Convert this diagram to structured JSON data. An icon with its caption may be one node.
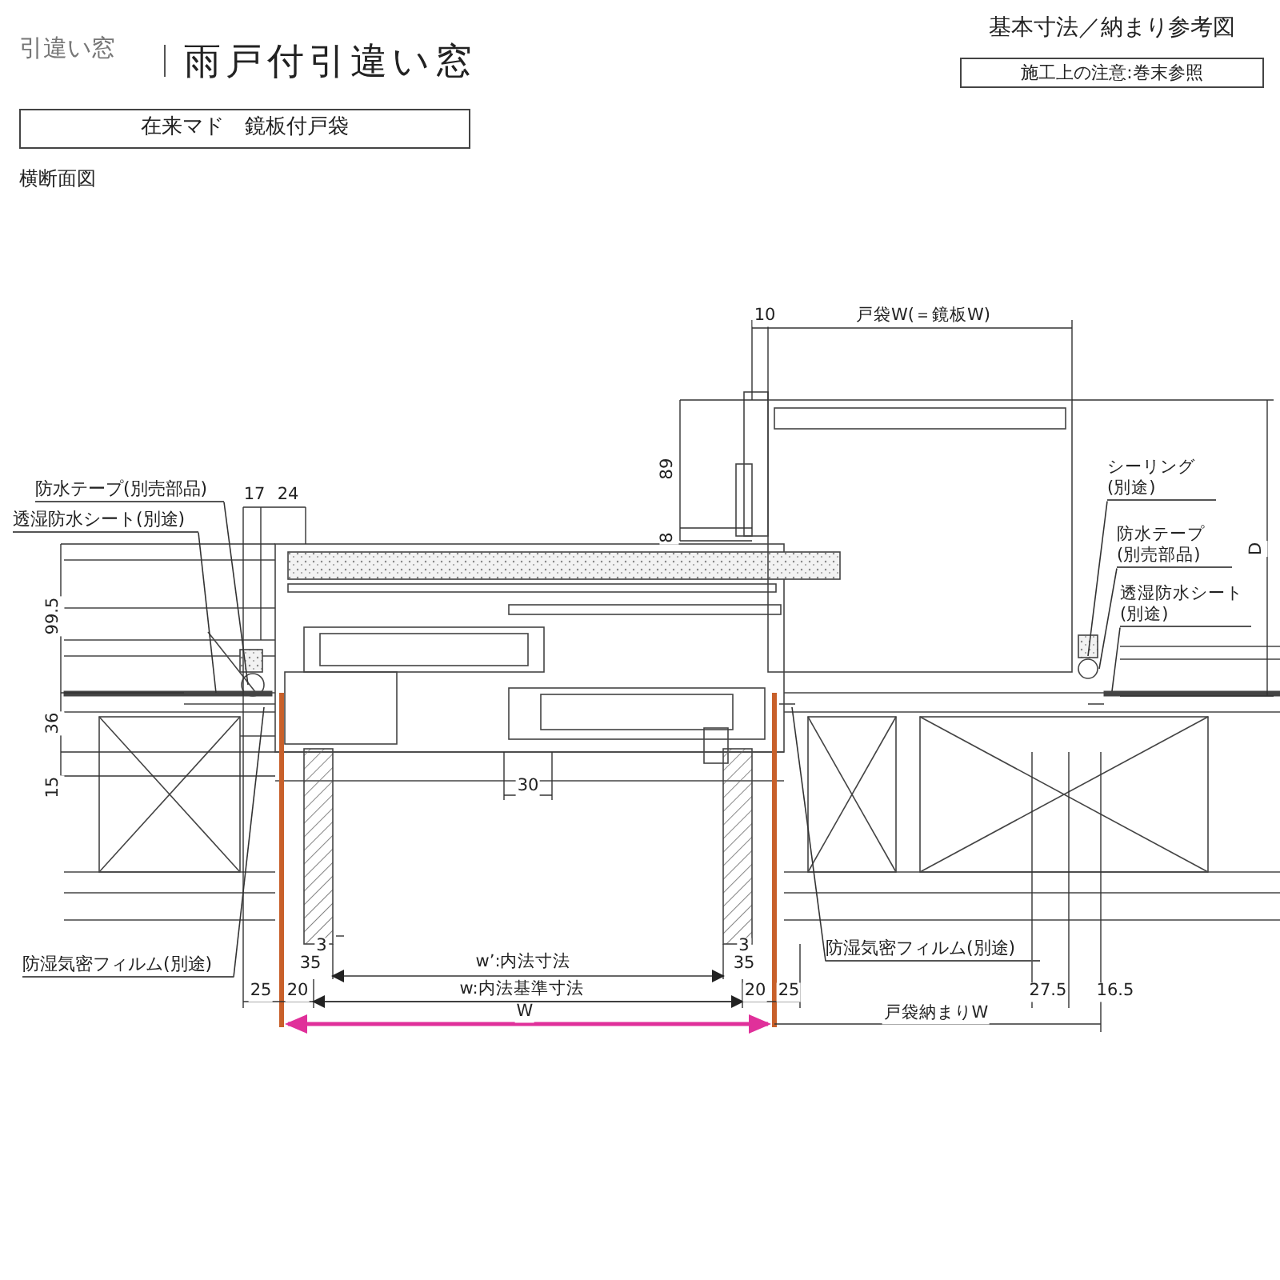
{
  "diagram": {
    "title": "雨戸付引違い窓",
    "nodes": [
      {
        "text": [
          "施工上の注意:巻末参照"
        ]
      },
      {
        "text": [
          "在来マド　鏡板付戸袋"
        ]
      },
      {
        "text": [
          "防水テープ(別売部品)"
        ]
      },
      {
        "text": [
          "透湿防水シート(別途)"
        ]
      },
      {
        "text": [
          "シーリング (別途)"
        ]
      },
      {
        "text": [
          "防水テープ (別売部品)"
        ]
      },
      {
        "text": [
          "透湿防水シート (別途)"
        ]
      },
      {
        "text": [
          "防湿気密フィルム(別途)"
        ]
      },
      {
        "text": [
          "防湿気密フィルム(別途)"
        ]
      }
    ],
    "edges": [
      {
        "from": 2,
        "to": null,
        "arrow": "none"
      },
      {
        "from": 3,
        "to": null,
        "arrow": "none"
      },
      {
        "from": 4,
        "to": null,
        "arrow": "none"
      },
      {
        "from": 5,
        "to": null,
        "arrow": "none"
      },
      {
        "from": 6,
        "to": null,
        "arrow": "none"
      },
      {
        "from": 7,
        "to": null,
        "arrow": "none"
      },
      {
        "from": 8,
        "to": null,
        "arrow": "none"
      }
    ],
    "labels": [
      "引違い窓",
      "基本寸法／納まり参考図",
      "横断面図",
      "10",
      "戸袋W(＝鏡板W)",
      "89",
      "17",
      "24",
      "D",
      "8",
      "99.5",
      "36",
      "15",
      "30",
      "3",
      "3",
      "35",
      "w’:内法寸法",
      "35",
      "25",
      "20",
      "w:内法基準寸法",
      "20",
      "25",
      "27.5",
      "16.5",
      "W",
      "戸袋納まりW"
    ]
  }
}
